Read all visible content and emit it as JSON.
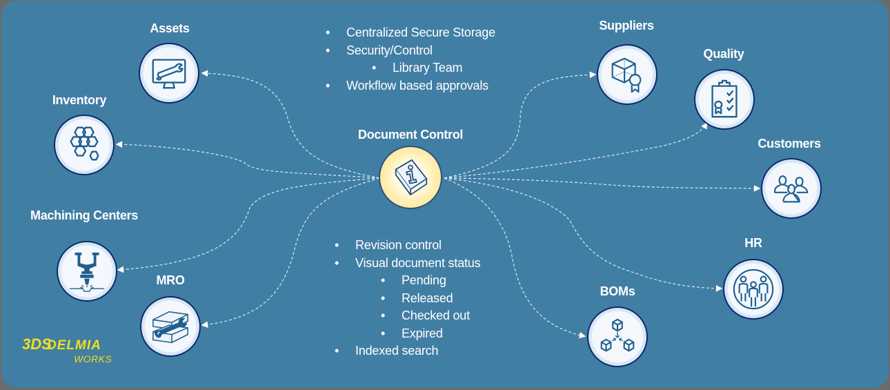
{
  "diagram": {
    "center": {
      "label": "Document Control",
      "icon": "info-book-icon"
    },
    "nodes": [
      {
        "id": "assets",
        "label": "Assets",
        "icon": "monitor-wrench-icon"
      },
      {
        "id": "inventory",
        "label": "Inventory",
        "icon": "hexagons-icon"
      },
      {
        "id": "machining",
        "label": "Machining Centers",
        "icon": "machining-spindle-icon"
      },
      {
        "id": "mro",
        "label": "MRO",
        "icon": "mold-wrench-icon"
      },
      {
        "id": "suppliers",
        "label": "Suppliers",
        "icon": "box-award-icon"
      },
      {
        "id": "quality",
        "label": "Quality",
        "icon": "clipboard-checklist-icon"
      },
      {
        "id": "customers",
        "label": "Customers",
        "icon": "people-group-icon"
      },
      {
        "id": "hr",
        "label": "HR",
        "icon": "staff-circle-icon"
      },
      {
        "id": "boms",
        "label": "BOMs",
        "icon": "cubes-assembly-icon"
      }
    ],
    "top_bullets": [
      {
        "text": "Centralized Secure Storage",
        "level": 1
      },
      {
        "text": "Security/Control",
        "level": 1
      },
      {
        "text": "Library Team",
        "level": 2
      },
      {
        "text": "Workflow based approvals",
        "level": 1
      }
    ],
    "bottom_bullets": [
      {
        "text": "Revision control",
        "level": 1
      },
      {
        "text": "Visual document status",
        "level": 1
      },
      {
        "text": "Pending",
        "level": 2
      },
      {
        "text": "Released",
        "level": 2
      },
      {
        "text": "Checked out",
        "level": 2
      },
      {
        "text": "Expired",
        "level": 2
      },
      {
        "text": "Indexed search",
        "level": 1
      }
    ],
    "bullet_char": "•"
  },
  "logo": {
    "mark": "3DS",
    "brand": "DELMIA",
    "sub": "WORKS"
  },
  "colors": {
    "background": "#417ea4",
    "node_border": "#0c2a6b",
    "icon_stroke": "#1f5f8f",
    "center_fill": "#ffe590",
    "logo": "#f1df1c"
  }
}
